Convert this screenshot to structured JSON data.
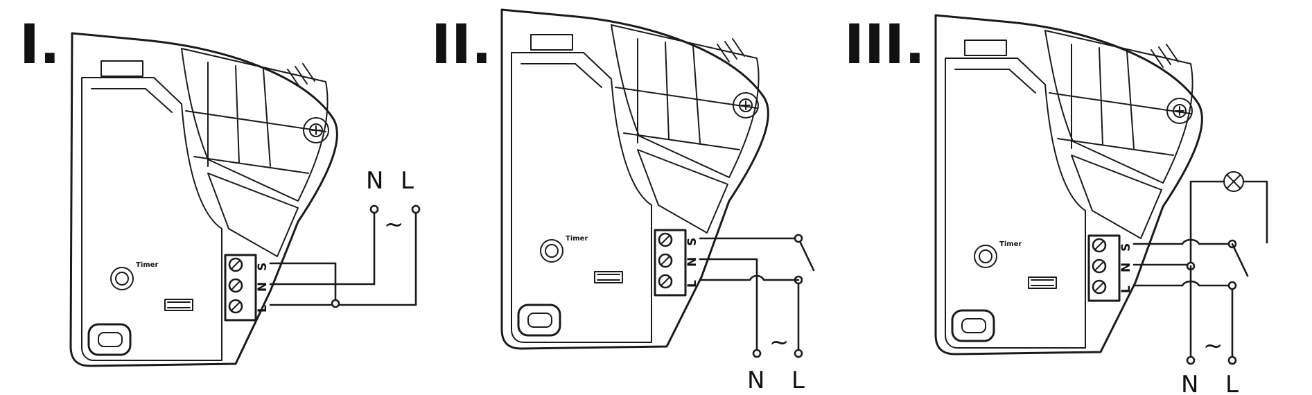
{
  "panels": [
    {
      "numeral": "I.",
      "timer_label": "Timer",
      "terminals": [
        "S",
        "N",
        "L"
      ],
      "supply": {
        "n": "N",
        "l": "L",
        "symbol": "~"
      }
    },
    {
      "numeral": "II.",
      "timer_label": "Timer",
      "terminals": [
        "S",
        "N",
        "L"
      ],
      "supply": {
        "n": "N",
        "l": "L",
        "symbol": "~"
      }
    },
    {
      "numeral": "III.",
      "timer_label": "Timer",
      "terminals": [
        "S",
        "N",
        "L"
      ],
      "supply": {
        "n": "N",
        "l": "L",
        "symbol": "~"
      }
    }
  ]
}
